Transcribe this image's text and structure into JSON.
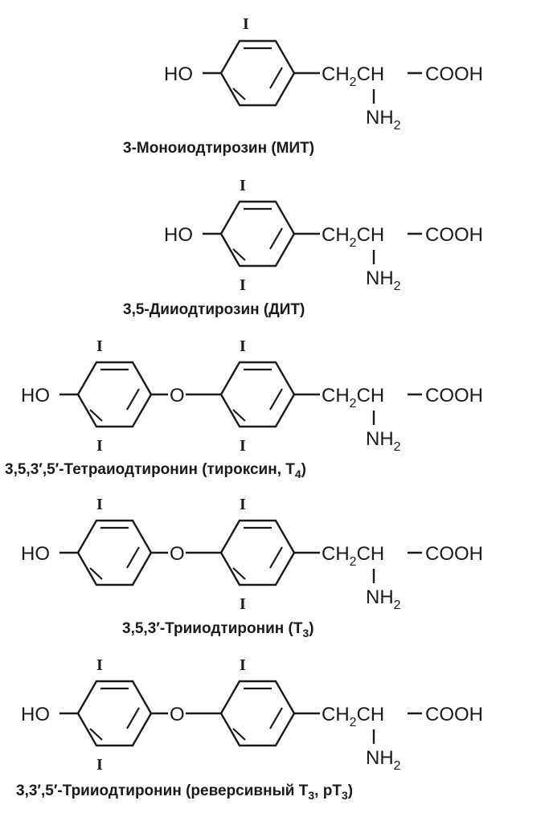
{
  "labels": {
    "ho": "HO",
    "o": "O",
    "iodine": "I",
    "ch": "CH",
    "ch_sub": "2",
    "ch2": "CH",
    "cooh": "COOH",
    "nh": "NH",
    "nh_sub": "2",
    "dash": "−"
  },
  "compounds": [
    {
      "caption_main": "3-Моноиодтирозин (МИТ)"
    },
    {
      "caption_main": "3,5-Дииодтирозин (ДИТ)"
    },
    {
      "caption_main": "3,5,3′,5′-Тетраиодтиронин (тироксин, T",
      "caption_sub": "4",
      "caption_end": ")"
    },
    {
      "caption_main": "3,5,3′-Трииодтиронин (T",
      "caption_sub": "3",
      "caption_end": ")"
    },
    {
      "caption_main": "3,3′,5′-Трииодтиронин (реверсивный T",
      "caption_sub": "3",
      "caption_mid": ", рT",
      "caption_sub2": "3",
      "caption_end": ")"
    }
  ]
}
